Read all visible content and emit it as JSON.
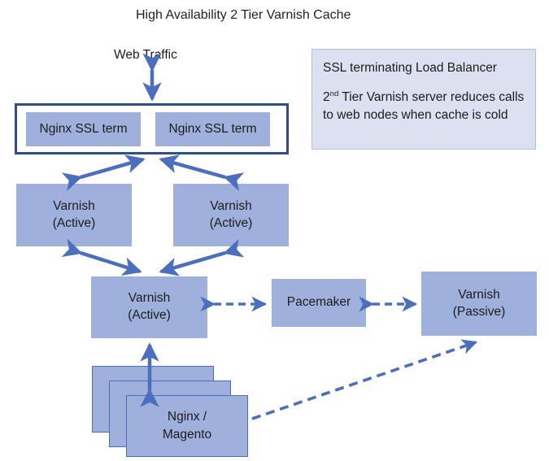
{
  "diagram": {
    "title": "High Availability 2 Tier Varnish Cache",
    "colors": {
      "node_fill": "#9FB0DC",
      "node_border": "#4A6FC0",
      "arrow": "#4A6FC0",
      "container_border": "#2F4E92",
      "legend_fill": "#DCE0F0",
      "legend_border": "#B7BEDB",
      "background": "#FFFFFF",
      "text": "#1C1C1C"
    },
    "labels": {
      "web_traffic": "Web Traffic"
    },
    "legend": {
      "line1": "SSL terminating Load Balancer",
      "line2_prefix": "2",
      "line2_sup": "nd",
      "line2_rest": " Tier Varnish server reduces calls to web nodes when cache is cold"
    },
    "ssl_tier": {
      "nodes": [
        {
          "id": "nginx-ssl-term-1",
          "label": "Nginx SSL term"
        },
        {
          "id": "nginx-ssl-term-2",
          "label": "Nginx SSL term"
        }
      ]
    },
    "varnish_tier1": {
      "nodes": [
        {
          "id": "varnish-active-1",
          "line1": "Varnish",
          "line2": "(Active)"
        },
        {
          "id": "varnish-active-2",
          "line1": "Varnish",
          "line2": "(Active)"
        }
      ]
    },
    "varnish_tier2": {
      "nodes": [
        {
          "id": "varnish-active-3",
          "line1": "Varnish",
          "line2": "(Active)"
        },
        {
          "id": "pacemaker",
          "line1": "Pacemaker",
          "line2": ""
        },
        {
          "id": "varnish-passive",
          "line1": "Varnish",
          "line2": "(Passive)"
        }
      ]
    },
    "web_tier": {
      "node": {
        "id": "nginx-magento",
        "line1": "Nginx /",
        "line2": "Magento",
        "stack_count": 3
      }
    }
  }
}
